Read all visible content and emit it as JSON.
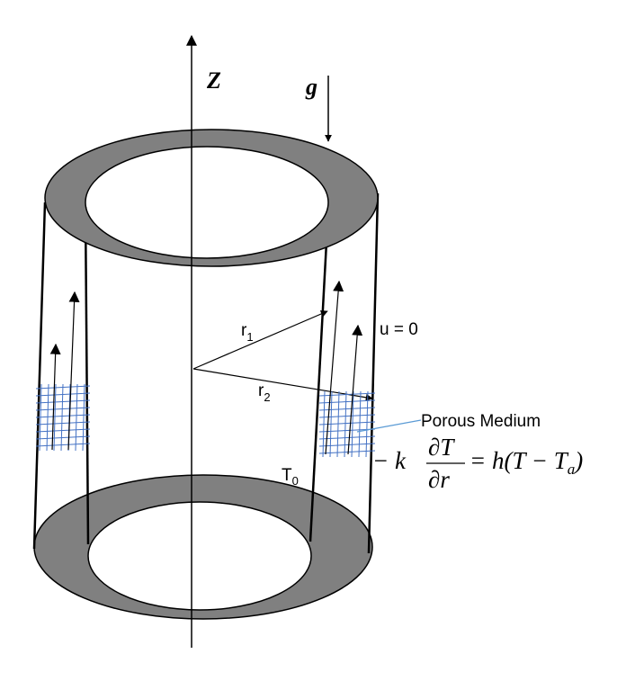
{
  "labels": {
    "z_axis": "Z",
    "gravity": "g",
    "inner_radius": "r",
    "inner_radius_sub": "1",
    "outer_radius": "r",
    "outer_radius_sub": "2",
    "velocity_condition": "u = 0",
    "porous_medium": "Porous Medium",
    "inner_temperature": "T",
    "inner_temperature_sub": "0"
  },
  "equation": {
    "lhs_sign_k": "− k",
    "numerator": "∂T",
    "denominator": "∂r",
    "rhs": "= h(T − T",
    "rhs_sub": "a",
    "rhs_close": ")"
  },
  "colors": {
    "annulus_fill": "#808080",
    "stroke": "#000000",
    "mesh": "#4472c4",
    "leader": "#5b9bd5"
  }
}
